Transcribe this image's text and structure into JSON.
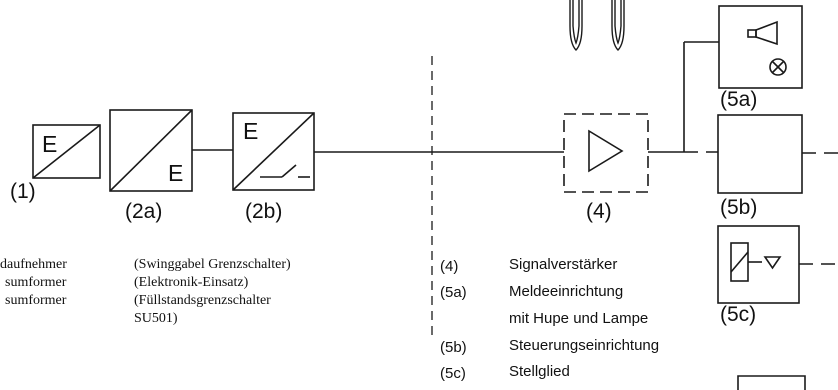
{
  "blocks": [
    {
      "id": "1",
      "label": "(1)",
      "symbol_letters": [
        "E"
      ]
    },
    {
      "id": "2a",
      "label": "(2a)",
      "symbol_letters": [
        "E"
      ]
    },
    {
      "id": "2b",
      "label": "(2b)",
      "symbol_letters": [
        "E"
      ]
    },
    {
      "id": "4",
      "label": "(4)"
    },
    {
      "id": "5a",
      "label": "(5a)"
    },
    {
      "id": "5b",
      "label": "(5b)"
    },
    {
      "id": "5c",
      "label": "(5c)"
    }
  ],
  "legend_left": [
    "daufnehmer",
    "sumformer",
    "sumformer"
  ],
  "legend_middle": [
    "(Swinggabel Grenzschalter)",
    "(Elektronik-Einsatz)",
    "(Füllstandsgrenzschalter",
    "SU501)"
  ],
  "legend_right": [
    {
      "code": "(4)",
      "text": "Signalverstärker"
    },
    {
      "code": "(5a)",
      "text": "Meldeeinrichtung"
    },
    {
      "code": "",
      "text": "mit Hupe und Lampe"
    },
    {
      "code": "(5b)",
      "text": "Steuerungseinrichtung"
    },
    {
      "code": "(5c)",
      "text": "Stellglied"
    }
  ],
  "colors": {
    "line": "#1a1a1a",
    "text": "#111111"
  }
}
